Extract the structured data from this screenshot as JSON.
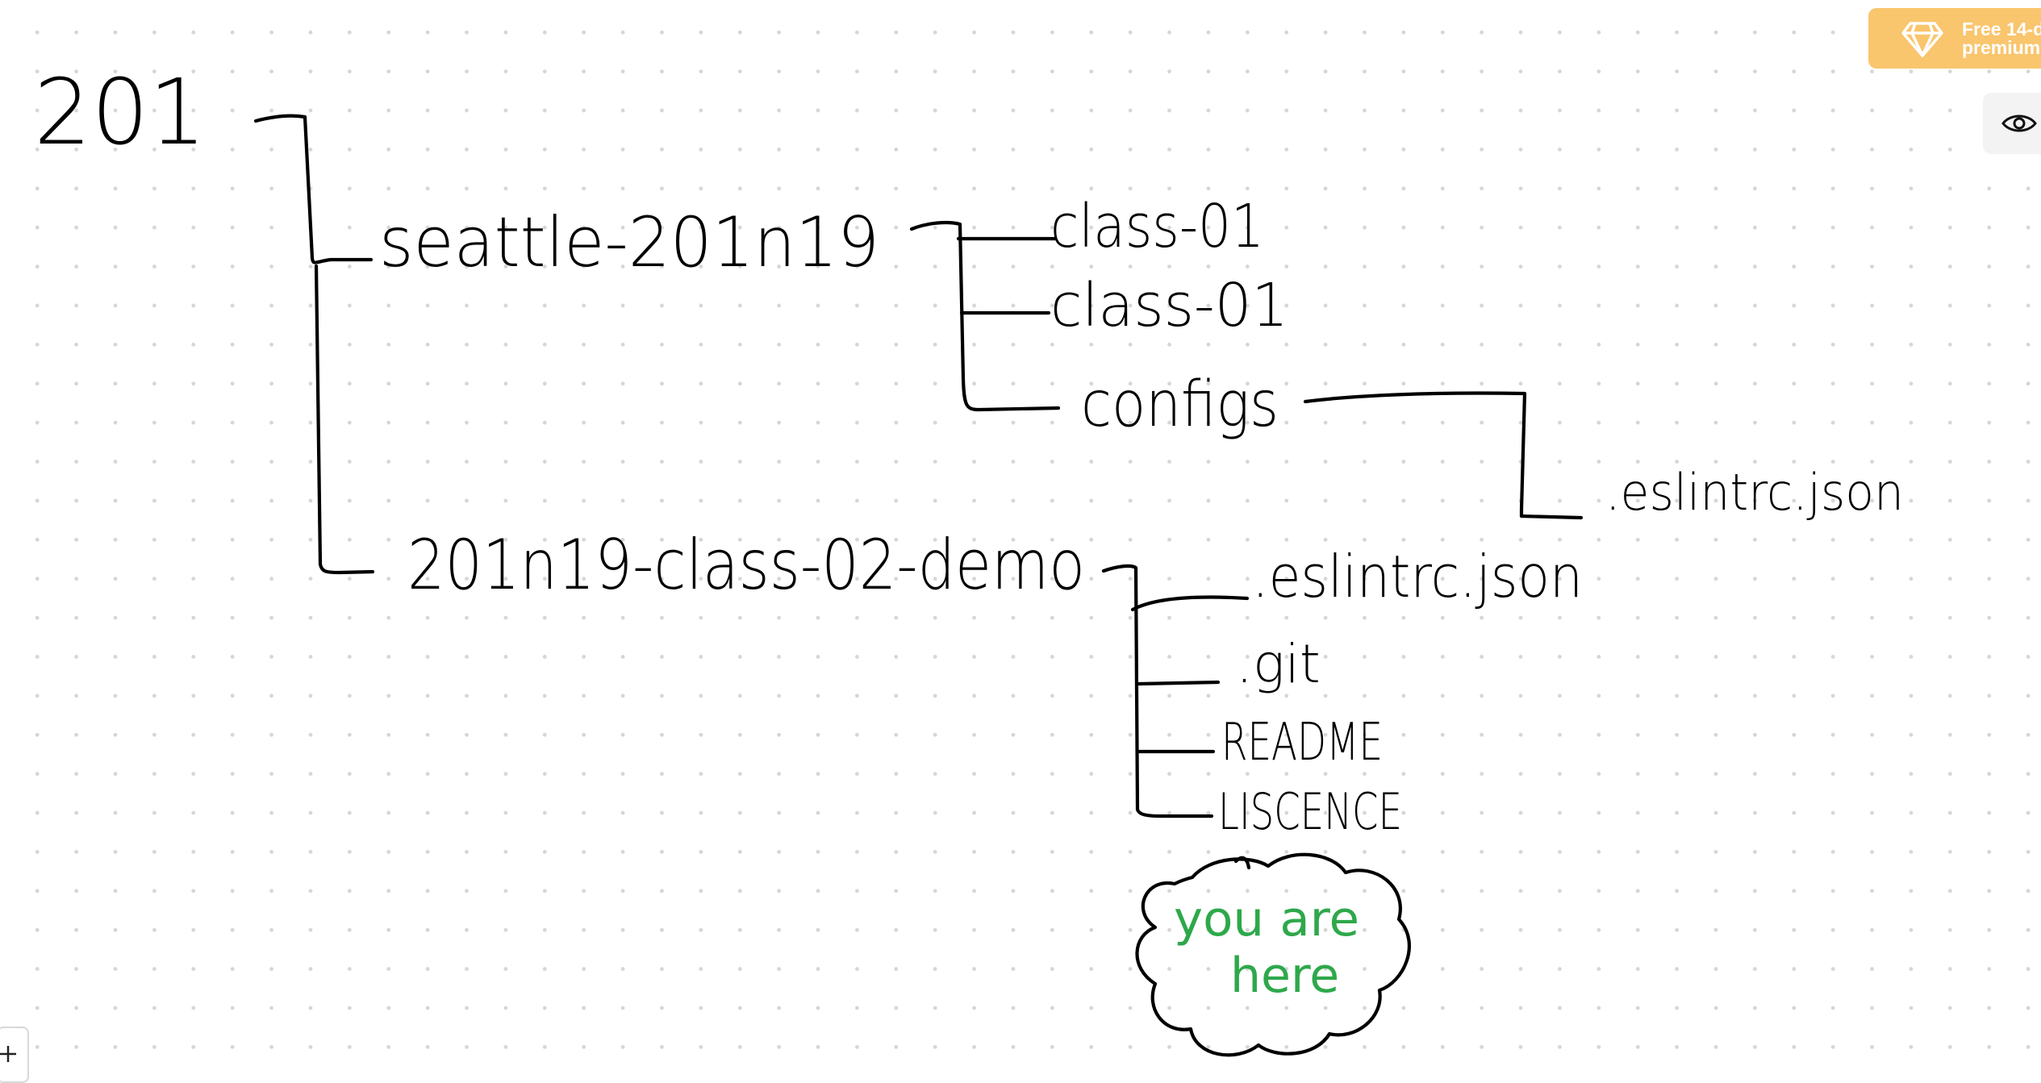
{
  "app": {
    "accent_color": "#f9c56d",
    "ink_color": "#000000",
    "highlight_ink_color": "#2ea84a"
  },
  "toolbar": {
    "premium_line1": "Free 14-d",
    "premium_line2": "premium",
    "premium_icon": "diamond-icon",
    "view_icon": "eye-icon",
    "zoom_icon": "plus-icon"
  },
  "drawing": {
    "root": "201",
    "branch_1": "seattle-201n19",
    "branch_1_children": [
      "class-01",
      "class-01",
      "configs"
    ],
    "configs_child": ".eslintrc.json",
    "branch_2": "201n19-class-02-demo",
    "branch_2_children": [
      ".eslintrc.json",
      ".git",
      "README",
      "LISCENCE"
    ],
    "cloud_line1": "you are",
    "cloud_line2": "here"
  }
}
